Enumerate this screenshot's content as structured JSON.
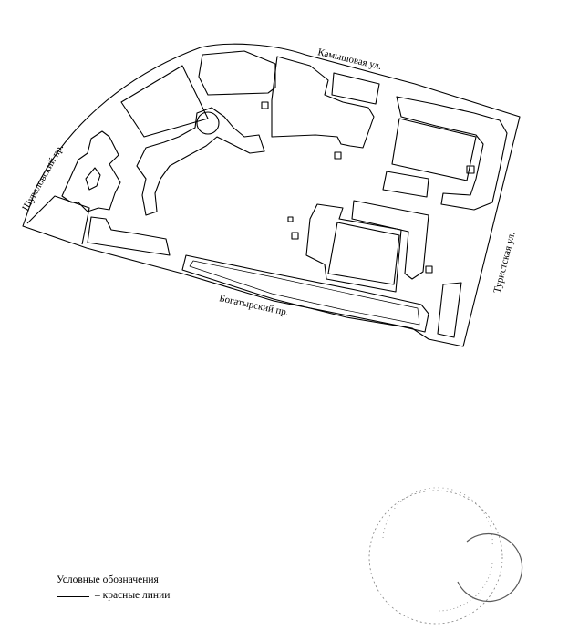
{
  "streets": {
    "north": "Камышовая ул.",
    "west": "Шуваловский пр.",
    "south": "Богатырский пр.",
    "east": "Туристская ул."
  },
  "legend": {
    "title": "Условные обозначения",
    "red_lines_label": "– красные линии"
  },
  "colors": {
    "line": "#000000",
    "background": "#ffffff"
  },
  "stamp": "faint-round-seal"
}
